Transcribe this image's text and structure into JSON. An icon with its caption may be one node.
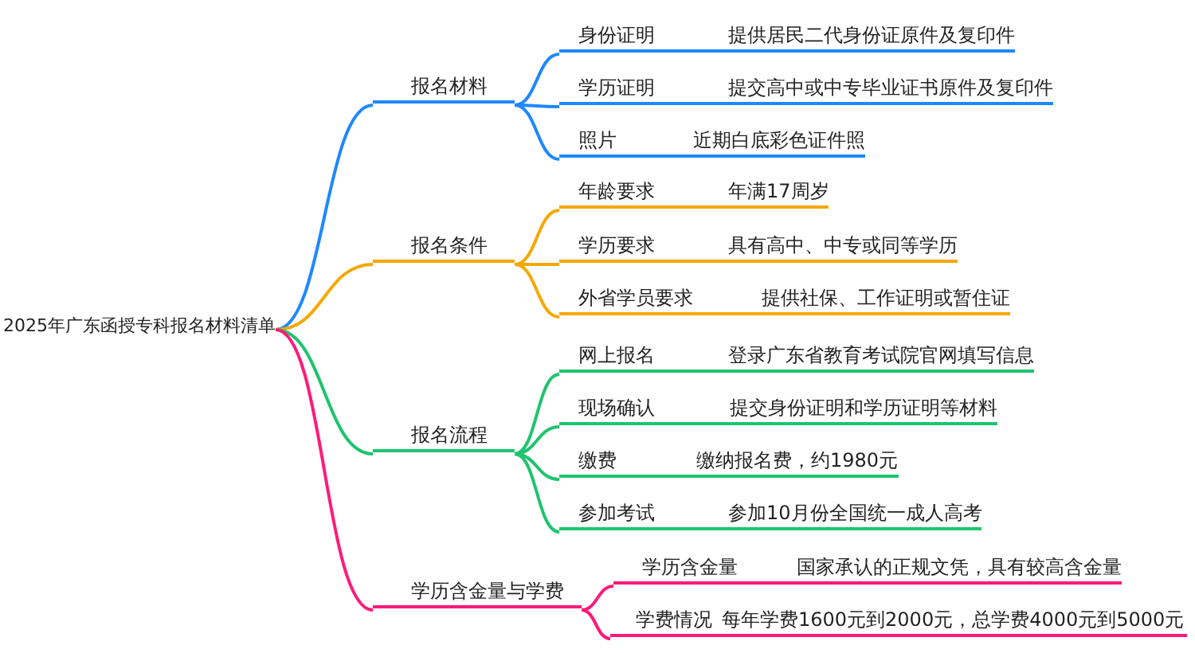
{
  "diagram": {
    "nodes": [
      {
        "text": [
          "2025年广东函授专科报名材料清单"
        ]
      },
      {
        "text": [
          "报名材料"
        ]
      },
      {
        "text": [
          "身份证明",
          "提供居民二代身份证原件及复印件"
        ]
      },
      {
        "text": [
          "学历证明",
          "提交高中或中专毕业证书原件及复印件"
        ]
      },
      {
        "text": [
          "照片",
          "近期白底彩色证件照"
        ]
      },
      {
        "text": [
          "报名条件"
        ]
      },
      {
        "text": [
          "年龄要求",
          "年满17周岁"
        ]
      },
      {
        "text": [
          "学历要求",
          "具有高中、中专或同等学历"
        ]
      },
      {
        "text": [
          "外省学员要求",
          "提供社保、工作证明或暂住证"
        ]
      },
      {
        "text": [
          "报名流程"
        ]
      },
      {
        "text": [
          "网上报名",
          "登录广东省教育考试院官网填写信息"
        ]
      },
      {
        "text": [
          "现场确认",
          "提交身份证明和学历证明等材料"
        ]
      },
      {
        "text": [
          "缴费",
          "缴纳报名费，约1980元"
        ]
      },
      {
        "text": [
          "参加考试",
          "参加10月份全国统一成人高考"
        ]
      },
      {
        "text": [
          "学历含金量与学费"
        ]
      },
      {
        "text": [
          "学历含金量",
          "国家承认的正规文凭，具有较高含金量"
        ]
      },
      {
        "text": [
          "学费情况",
          "每年学费1600元到2000元，总学费4000元到5000元"
        ]
      }
    ],
    "edges": [
      {
        "from": 0,
        "to": 1,
        "arrow": "none",
        "color": "#1e88ff"
      },
      {
        "from": 1,
        "to": 2,
        "arrow": "none",
        "color": "#1e88ff"
      },
      {
        "from": 1,
        "to": 3,
        "arrow": "none",
        "color": "#1e88ff"
      },
      {
        "from": 1,
        "to": 4,
        "arrow": "none",
        "color": "#1e88ff"
      },
      {
        "from": 0,
        "to": 5,
        "arrow": "none",
        "color": "#f5a800"
      },
      {
        "from": 5,
        "to": 6,
        "arrow": "none",
        "color": "#f5a800"
      },
      {
        "from": 5,
        "to": 7,
        "arrow": "none",
        "color": "#f5a800"
      },
      {
        "from": 5,
        "to": 8,
        "arrow": "none",
        "color": "#f5a800"
      },
      {
        "from": 0,
        "to": 9,
        "arrow": "none",
        "color": "#1ec46e"
      },
      {
        "from": 9,
        "to": 10,
        "arrow": "none",
        "color": "#1ec46e"
      },
      {
        "from": 9,
        "to": 11,
        "arrow": "none",
        "color": "#1ec46e"
      },
      {
        "from": 9,
        "to": 12,
        "arrow": "none",
        "color": "#1ec46e"
      },
      {
        "from": 9,
        "to": 13,
        "arrow": "none",
        "color": "#1ec46e"
      },
      {
        "from": 0,
        "to": 14,
        "arrow": "none",
        "color": "#ff1a7a"
      },
      {
        "from": 14,
        "to": 15,
        "arrow": "none",
        "color": "#ff1a7a"
      },
      {
        "from": 14,
        "to": 16,
        "arrow": "none",
        "color": "#ff1a7a"
      }
    ]
  }
}
